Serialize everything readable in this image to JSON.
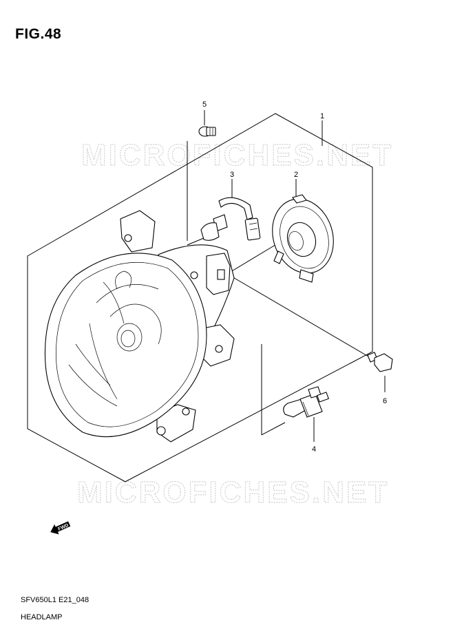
{
  "figure": {
    "title": "FIG.48"
  },
  "watermark": {
    "text": "MICROFICHES.NET"
  },
  "callouts": [
    {
      "id": "1",
      "label": "1"
    },
    {
      "id": "2",
      "label": "2"
    },
    {
      "id": "3",
      "label": "3"
    },
    {
      "id": "4",
      "label": "4"
    },
    {
      "id": "5",
      "label": "5"
    },
    {
      "id": "6",
      "label": "6"
    }
  ],
  "fwd_arrow": {
    "label": "FWD"
  },
  "footer": {
    "code": "SFV650L1 E21_048",
    "name": "HEADLAMP"
  }
}
